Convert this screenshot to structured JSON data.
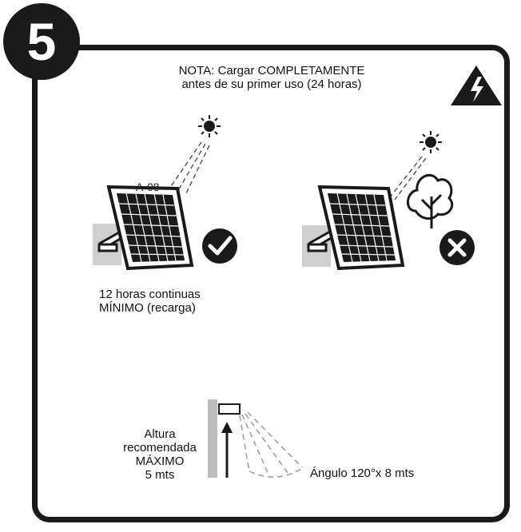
{
  "step": {
    "number": "5"
  },
  "note": {
    "line1": "NOTA: Cargar COMPLETAMENTE",
    "line2": "antes de su primer uso (24 horas)"
  },
  "good_install": {
    "panel_label": "A-08",
    "caption_line1": "12 horas continuas",
    "caption_line2": "MÍNIMO (recarga)"
  },
  "mounting": {
    "height_line1": "Altura",
    "height_line2": "recomendada",
    "height_line3": "MÁXIMO",
    "height_line4": "5 mts",
    "angle_label": "Ángulo 120°x 8 mts"
  },
  "icons": {
    "warning": "electric-warning-icon",
    "sun": "sun-icon",
    "tree": "tree-icon",
    "ok": "check-circle-icon",
    "bad": "x-circle-icon"
  }
}
